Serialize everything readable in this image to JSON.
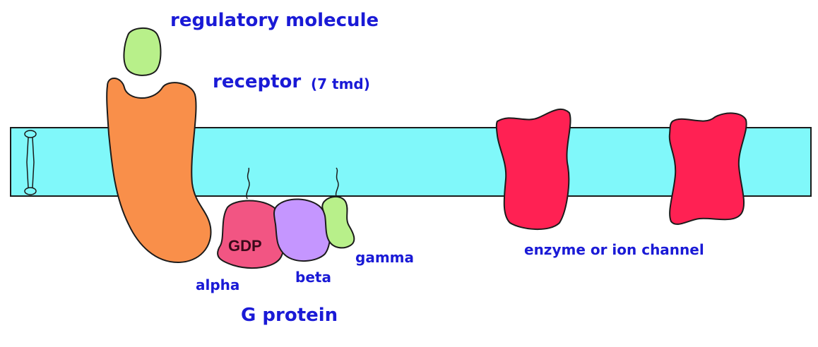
{
  "labels": {
    "regulatory_molecule": "regulatory molecule",
    "receptor": "receptor",
    "receptor_note": "(7 tmd)",
    "gdp": "GDP",
    "alpha": "alpha",
    "beta": "beta",
    "gamma": "gamma",
    "g_protein": "G protein",
    "enzyme": "enzyme or ion channel"
  },
  "colors": {
    "membrane": "#80f8fa",
    "outline": "#1b1b1b",
    "label_text": "#1a1ad6",
    "regulatory_molecule": "#b8f08a",
    "receptor": "#f98f4a",
    "alpha_subunit": "#f25583",
    "beta_subunit": "#c596ff",
    "gamma_subunit": "#b8f08a",
    "enzyme_channel": "#ff2153",
    "gdp_text": "#3a0a1a"
  }
}
